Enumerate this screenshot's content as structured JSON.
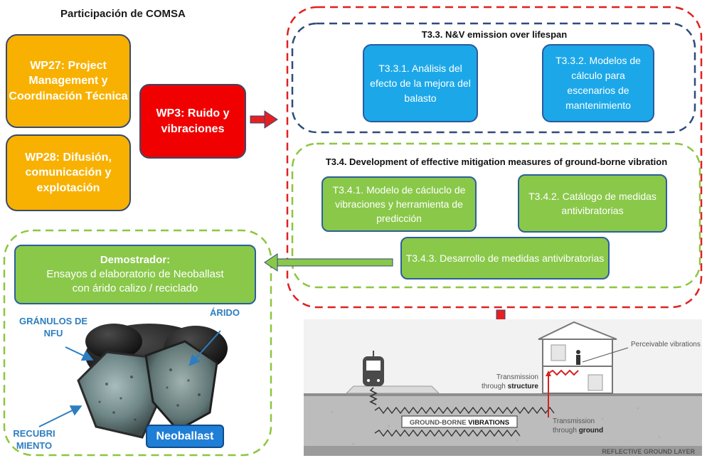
{
  "header": {
    "title": "Participación de COMSA"
  },
  "wp_boxes": {
    "wp27": "WP27: Project Management y Coordinación Técnica",
    "wp28": "WP28: Difusión, comunicación y explotación",
    "wp3": "WP3: Ruido y vibraciones"
  },
  "t33": {
    "title": "T3.3. N&V emission over lifespan",
    "task1": "T3.3.1. Análisis del efecto de la mejora del balasto",
    "task2": "T3.3.2. Modelos de cálculo para escenarios de mantenimiento"
  },
  "t34": {
    "title": "T3.4. Development of effective mitigation measures of ground-borne vibration",
    "task1": "T3.4.1. Modelo de cácluclo de vibraciones y herramienta de predicción",
    "task2": "T3.4.2. Catálogo de medidas antivibratorias",
    "task3": "T3.4.3. Desarrollo de medidas antivibratorias"
  },
  "demo": {
    "title": "Demostrador:",
    "line1": "Ensayos d elaboratorio de Neoballast",
    "line2": "con árido calizo / reciclado",
    "label_granulos": "GRÁNULOS DE NFU",
    "label_arido": "ÁRIDO",
    "label_recubri": "RECUBRI MIENTO",
    "badge": "Neoballast"
  },
  "illustration": {
    "perceivable": "Perceivable vibrations",
    "structure_pre": "Transmission",
    "structure_line2": "through",
    "structure_bold": "structure",
    "ground_pre": "Transmission",
    "ground_line2": "through",
    "ground_bold": "ground",
    "gbv_pre": "GROUND-BORNE",
    "gbv_bold": "VIBRATIONS",
    "footer": "REFLECTIVE GROUND LAYER"
  },
  "colors": {
    "orange": "#f8b100",
    "red": "#f00000",
    "blue_task": "#1ca8e8",
    "green_task": "#8ac84a",
    "dashed_red": "#e02020",
    "dashed_navy": "#2f4b7c",
    "dashed_green": "#8cc63f",
    "callout_blue": "#2d7ec0"
  }
}
